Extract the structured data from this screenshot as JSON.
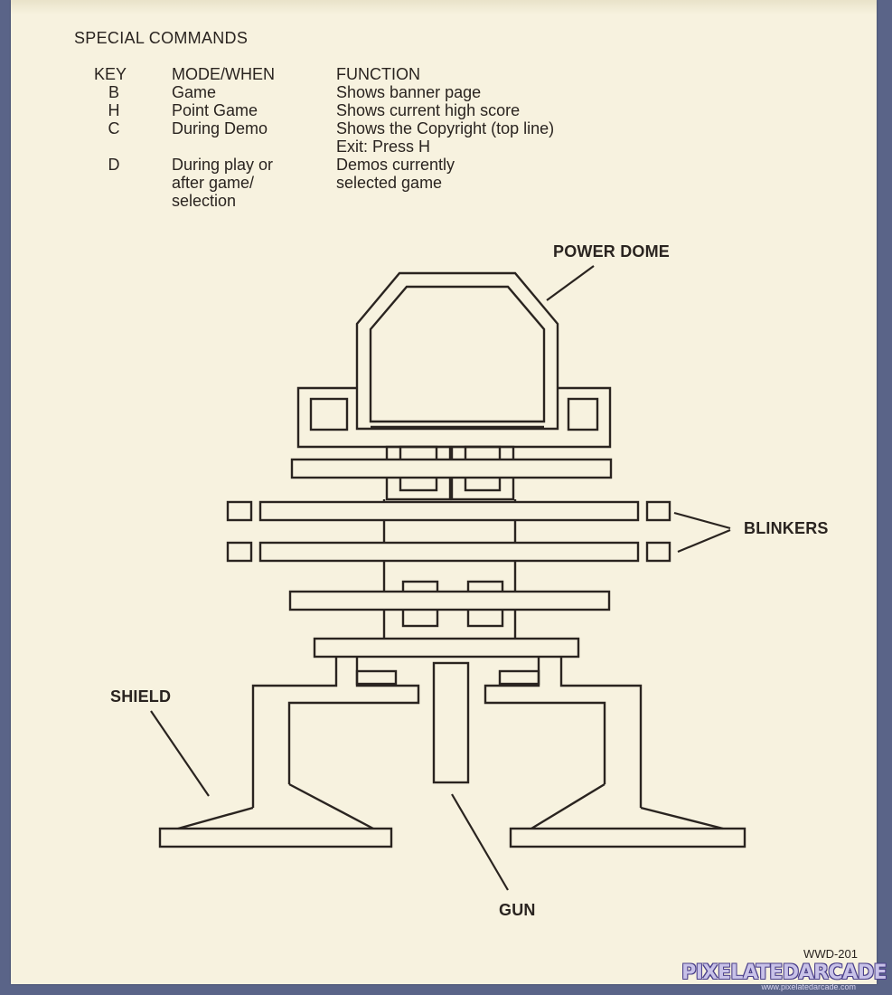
{
  "special_commands": {
    "heading": "SPECIAL COMMANDS",
    "headers": {
      "key": "KEY",
      "mode": "MODE/WHEN",
      "function": "FUNCTION"
    },
    "rows": [
      {
        "key": "B",
        "mode": "Game",
        "function": "Shows banner page"
      },
      {
        "key": "H",
        "mode": "Point Game",
        "function": "Shows current high score"
      },
      {
        "key": "C",
        "mode": "During Demo",
        "function": "Shows the Copyright (top line)\nExit: Press H"
      },
      {
        "key": "D",
        "mode": "During play or\nafter game/\nselection",
        "function": "Demos currently\nselected game"
      }
    ]
  },
  "diagram": {
    "callouts": {
      "power_dome": "POWER DOME",
      "blinkers": "BLINKERS",
      "shield": "SHIELD",
      "gun": "GUN"
    }
  },
  "footer": {
    "doc_code": "WWD-201",
    "watermark": "PIXELATEDARCADE",
    "watermark_url": "www.pixelatedarcade.com"
  }
}
